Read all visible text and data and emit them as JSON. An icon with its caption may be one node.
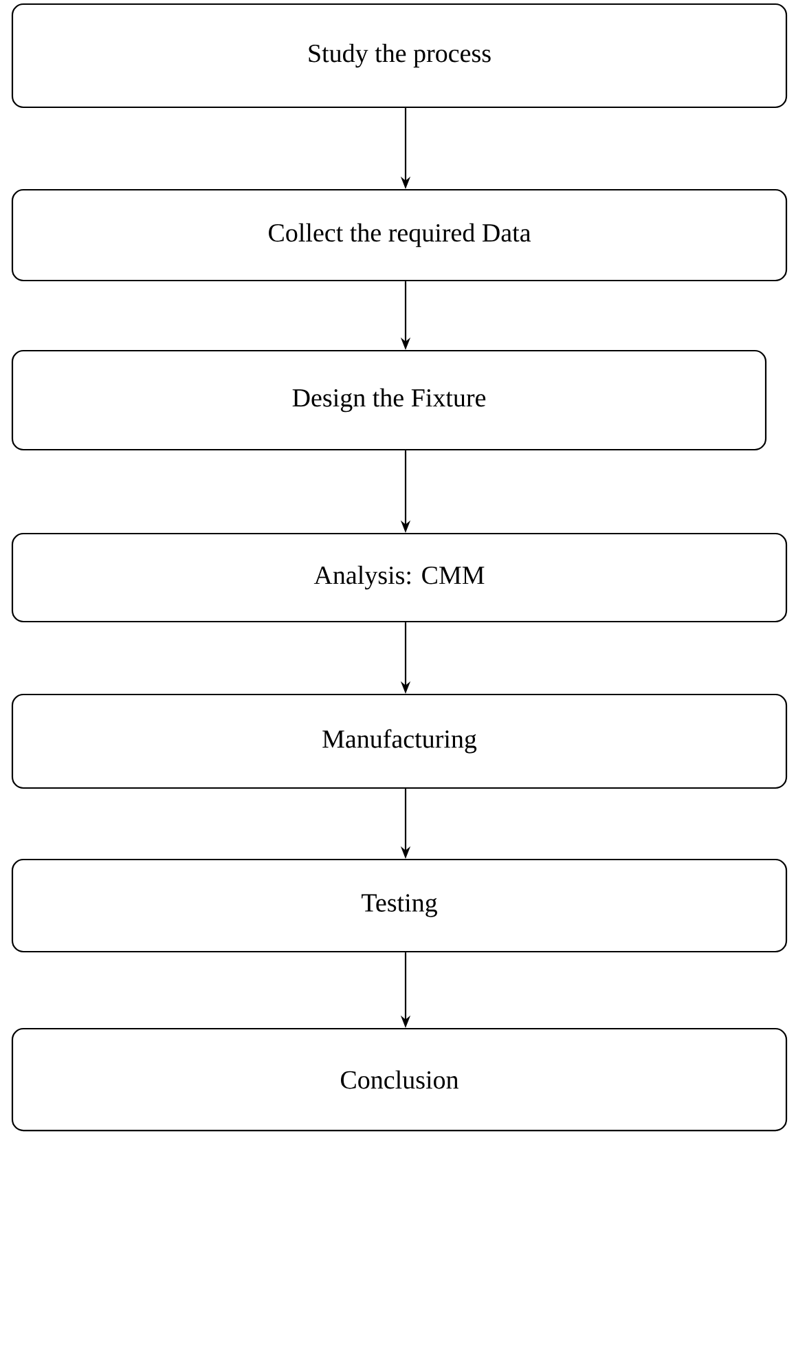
{
  "diagram": {
    "nodes": [
      {
        "text": [
          "Study the process"
        ]
      },
      {
        "text": [
          "Collect the required Data"
        ]
      },
      {
        "text": [
          "Design the Fixture"
        ]
      },
      {
        "text": [
          "Analysis: CMM"
        ]
      },
      {
        "text": [
          "Manufacturing"
        ]
      },
      {
        "text": [
          "Testing"
        ]
      },
      {
        "text": [
          "Conclusion"
        ]
      }
    ],
    "edges": [
      {
        "from": 0,
        "to": 1,
        "arrow": "to"
      },
      {
        "from": 1,
        "to": 2,
        "arrow": "to"
      },
      {
        "from": 2,
        "to": 3,
        "arrow": "to"
      },
      {
        "from": 3,
        "to": 4,
        "arrow": "to"
      },
      {
        "from": 4,
        "to": 5,
        "arrow": "to"
      },
      {
        "from": 5,
        "to": 6,
        "arrow": "to"
      }
    ]
  }
}
